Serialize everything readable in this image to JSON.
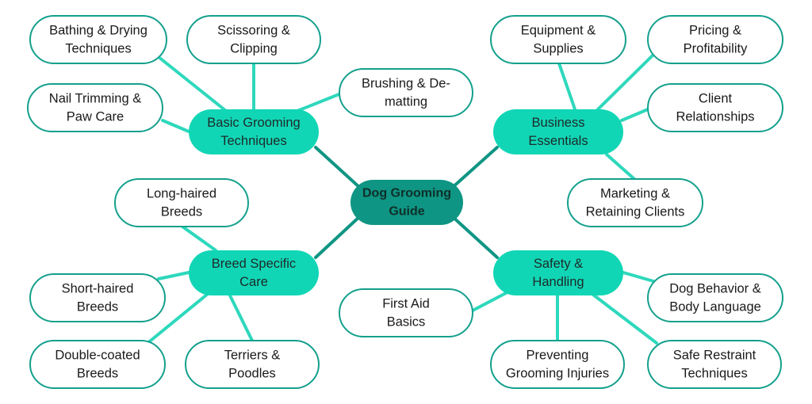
{
  "colors": {
    "center_fill": "#0f9583",
    "branch_fill": "#11d6b5",
    "leaf_stroke": "#14a08d",
    "leaf_fill": "#ffffff",
    "connector_center": "#0f9583",
    "connector_leaf": "#2ed8bc"
  },
  "center": {
    "lines": [
      "Dog Grooming",
      "Guide"
    ]
  },
  "branches": [
    {
      "lines": [
        "Basic Grooming",
        "Techniques"
      ],
      "leaves": [
        {
          "lines": [
            "Bathing & Drying",
            "Techniques"
          ]
        },
        {
          "lines": [
            "Scissoring &",
            "Clipping"
          ]
        },
        {
          "lines": [
            "Brushing & De-",
            "matting"
          ]
        },
        {
          "lines": [
            "Nail Trimming &",
            "Paw Care"
          ]
        }
      ]
    },
    {
      "lines": [
        "Business",
        "Essentials"
      ],
      "leaves": [
        {
          "lines": [
            "Equipment &",
            "Supplies"
          ]
        },
        {
          "lines": [
            "Pricing &",
            "Profitability"
          ]
        },
        {
          "lines": [
            "Client",
            "Relationships"
          ]
        },
        {
          "lines": [
            "Marketing &",
            "Retaining Clients"
          ]
        }
      ]
    },
    {
      "lines": [
        "Breed Specific",
        "Care"
      ],
      "leaves": [
        {
          "lines": [
            "Long-haired",
            "Breeds"
          ]
        },
        {
          "lines": [
            "Short-haired",
            "Breeds"
          ]
        },
        {
          "lines": [
            "Double-coated",
            "Breeds"
          ]
        },
        {
          "lines": [
            "Terriers &",
            "Poodles"
          ]
        }
      ]
    },
    {
      "lines": [
        "Safety &",
        "Handling"
      ],
      "leaves": [
        {
          "lines": [
            "First Aid",
            "Basics"
          ]
        },
        {
          "lines": [
            "Dog Behavior &",
            "Body Language"
          ]
        },
        {
          "lines": [
            "Preventing",
            "Grooming Injuries"
          ]
        },
        {
          "lines": [
            "Safe Restraint",
            "Techniques"
          ]
        }
      ]
    }
  ]
}
